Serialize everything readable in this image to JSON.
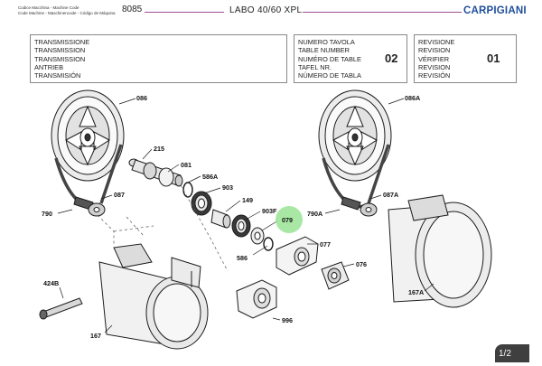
{
  "header": {
    "code_lines": [
      "Codice Macchina - Machine Code",
      "Code Machine - Maschinencode - Código de Máquina"
    ],
    "machine_number": "8085",
    "model": "LABO 40/60 XPL",
    "brand": "CARPIGIANI"
  },
  "info_boxes": {
    "description": {
      "lines": [
        "TRANSMISSIONE",
        "TRANSMISSION",
        "TRANSMISSION",
        "ANTRIEB",
        "TRANSMISIÓN"
      ]
    },
    "table_number": {
      "lines": [
        "NUMERO TAVOLA",
        "TABLE NUMBER",
        "NUMÉRO DE TABLE",
        "TAFEL NR.",
        "NÚMERO DE TABLA"
      ],
      "value": "02"
    },
    "revision": {
      "lines": [
        "REVISIONE",
        "REVISION",
        "VÉRIFIER",
        "REVISION",
        "REVISIÓN"
      ],
      "value": "01"
    }
  },
  "parts": {
    "p086": "086",
    "p086a": "086A",
    "p215": "215",
    "p081": "081",
    "p586a": "586A",
    "p903": "903",
    "p149": "149",
    "p903f": "903F",
    "p079": "079",
    "p087": "087",
    "p087a": "087A",
    "p790": "790",
    "p790a": "790A",
    "p077": "077",
    "p586": "586",
    "p076": "076",
    "p424b": "424B",
    "p167": "167",
    "p167a": "167A",
    "p996": "996"
  },
  "highlight": {
    "part": "079",
    "color": "#9ee59a"
  },
  "page": {
    "indicator": "1/2"
  }
}
